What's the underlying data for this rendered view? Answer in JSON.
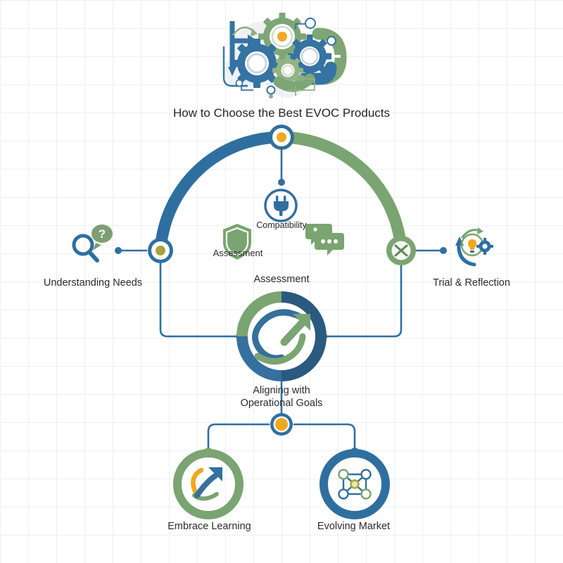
{
  "page": {
    "title": "How to Choose the Best EVOC Products",
    "background": "#ffffff",
    "grid_color": "#eceff1"
  },
  "palette": {
    "blue": "#2f6f9f",
    "blue_dark": "#2c5d86",
    "blue_deep": "#2a5a7f",
    "green": "#7aa471",
    "green_dark": "#6b9563",
    "orange": "#efa81f",
    "olive": "#a8a23f",
    "text": "#2b2b2b",
    "white": "#ffffff"
  },
  "header_graphic": {
    "name": "gears-illustration",
    "description": "interlocking gears with circuit traces and arrows"
  },
  "arc": {
    "left_half_color": "#2f6f9f",
    "right_half_color": "#7aa471"
  },
  "nodes": {
    "top": {
      "label": "",
      "icon": "ring-node-icon",
      "dot_color": "#efa81f",
      "ring_color": "#2f6f9f"
    },
    "left": {
      "label": "Understanding Needs",
      "icon": "magnifier-question-icon",
      "dot_color": "#a8a23f",
      "ring_color": "#2f6f9f"
    },
    "right": {
      "label": "Trial & Reflection",
      "icon": "tools-icon",
      "side_icon": "lightbulb-gear-refresh-icon",
      "ring_color": "#7aa471"
    },
    "center": {
      "label": "Aligning with\nOperational Goals",
      "icon": "spiral-growth-arrow-icon"
    },
    "hub": {
      "label": "",
      "icon": "orange-hub-node-icon",
      "dot_color": "#efa81f"
    },
    "bottom_left": {
      "label": "Embrace Learning",
      "icon": "growth-arrow-icon",
      "ring_color": "#7aa471"
    },
    "bottom_right": {
      "label": "Evolving Market",
      "icon": "network-nodes-icon",
      "ring_color": "#2f6f9f"
    }
  },
  "inner_icons": {
    "compatibility": {
      "label": "Compatibility",
      "icon": "plug-circle-icon",
      "color": "#2f6f9f"
    },
    "assessment_shield": {
      "label": "Assessment",
      "icon": "shield-icon",
      "color": "#7aa471"
    },
    "assessment_main": {
      "label": "Assessment"
    },
    "reviews": {
      "label": "",
      "icon": "chat-bubbles-stars-icon",
      "color": "#7aa471"
    }
  }
}
